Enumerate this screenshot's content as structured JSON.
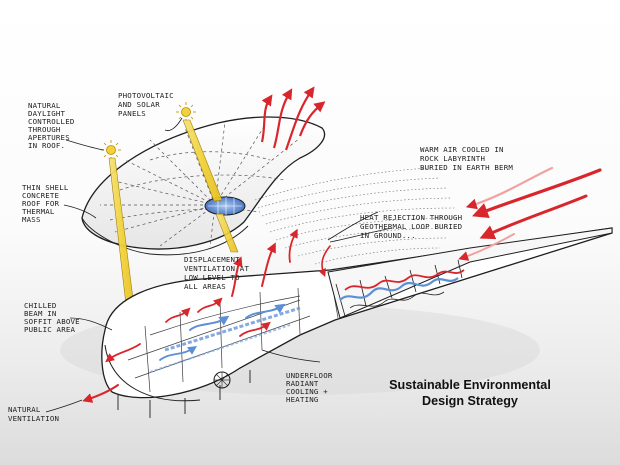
{
  "title_line1": "Sustainable Environmental",
  "title_line2": "Design Strategy",
  "annotations": {
    "daylight": [
      "NATURAL",
      "DAYLIGHT",
      "CONTROLLED",
      "THROUGH",
      "APERTURES",
      "IN ROOF."
    ],
    "photovoltaic": [
      "PHOTOVOLTAIC",
      "AND SOLAR",
      "PANELS"
    ],
    "warm_air": [
      "WARM AIR COOLED IN",
      "ROCK LABYRINTH",
      "BURIED IN EARTH BERM"
    ],
    "thin_shell": [
      "THIN SHELL",
      "CONCRETE",
      "ROOF FOR",
      "THERMAL",
      "MASS"
    ],
    "heat_rejection": [
      "HEAT REJECTION THROUGH",
      "GEOTHERMAL LOOP BURIED",
      "IN GROUND..."
    ],
    "displacement": [
      "DISPLACEMENT",
      "VENTILATION AT",
      "LOW LEVEL TO",
      "ALL AREAS"
    ],
    "chilled_beam": [
      "CHILLED",
      "BEAM IN",
      "SOFFIT ABOVE",
      "PUBLIC AREA"
    ],
    "underfloor": [
      "UNDERFLOOR",
      "RADIANT",
      "COOLING +",
      "HEATING"
    ],
    "natural_vent": [
      "NATURAL",
      "VENTILATION"
    ]
  },
  "colors": {
    "ink": "#1e1e1e",
    "air_red": "#d9262c",
    "air_pink": "#f2a0a0",
    "cool_blue": "#5b8fd6",
    "sun_yellow": "#f2d23a"
  }
}
